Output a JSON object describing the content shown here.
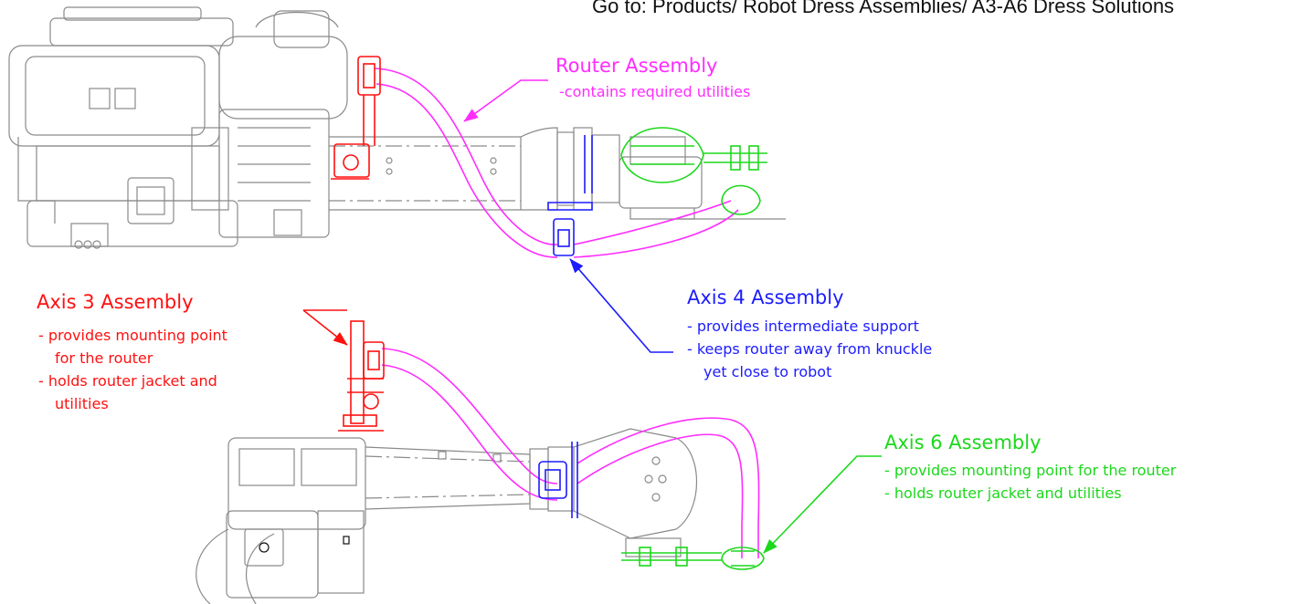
{
  "nav": {
    "link_text": "Go to: Products/ Robot Dress Assemblies/ A3-A6 Dress Solutions"
  },
  "colors": {
    "router": "#ff2cff",
    "axis3": "#ff1010",
    "axis4": "#1c1cff",
    "axis6": "#1bd81b",
    "robot": "#8a8a8a"
  },
  "labels": {
    "router": {
      "title": "Router Assembly",
      "lines": [
        "-contains required utilities"
      ]
    },
    "axis3": {
      "title": "Axis 3 Assembly",
      "lines": [
        "- provides mounting point",
        "for the router",
        "- holds router jacket and",
        "utilities"
      ]
    },
    "axis4": {
      "title": "Axis 4 Assembly",
      "lines": [
        "- provides intermediate support",
        "- keeps router away from knuckle",
        "yet close to robot"
      ]
    },
    "axis6": {
      "title": "Axis 6 Assembly",
      "lines": [
        "- provides mounting point for the router",
        "- holds router jacket and utilities"
      ]
    }
  }
}
